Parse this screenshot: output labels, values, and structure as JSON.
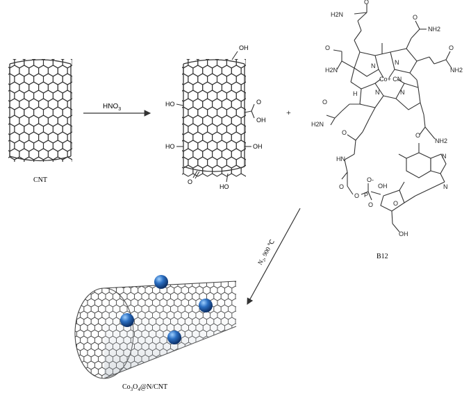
{
  "labels": {
    "cnt": "CNT",
    "step1_reagent": "HNO3",
    "plus": "+",
    "b12": "B12",
    "step2_conditions": "N2, 900 ℃",
    "product": "Co3O4@N/CNT"
  },
  "oxidized_groups": {
    "oh_top": "OH",
    "ho_left_upper": "HO",
    "cooh_oh": "OH",
    "cooh_o": "O",
    "ho_left_lower": "HO",
    "oh_right_lower": "OH",
    "o_ketone": "O",
    "ho_bottom": "HO"
  },
  "b12_atoms": {
    "h2n_1": "H2N",
    "o_1": "O",
    "o_2": "O",
    "nh2_1": "NH2",
    "o_3": "O",
    "nh2_2": "NH2",
    "o_4": "O",
    "h2n_2": "H2N",
    "n_1": "N",
    "n_2": "N",
    "n_3": "N",
    "n_4": "N",
    "co_cn": "Co+ CN",
    "h_1": "H",
    "o_5": "O",
    "h2n_3": "H2N",
    "o_6": "O",
    "o_7": "O",
    "nh2_3": "NH2",
    "hn": "HN",
    "n_5": "N",
    "n_6": "N",
    "p": "P",
    "o_minus": "O-",
    "o_8": "O",
    "oh_1": "OH",
    "o_9": "O",
    "o_10": "O",
    "o_11": "O",
    "oh_2": "OH"
  },
  "colors": {
    "line": "#333333",
    "sphere": "#1f5fae",
    "sphere_highlight": "#8fc4f2"
  }
}
